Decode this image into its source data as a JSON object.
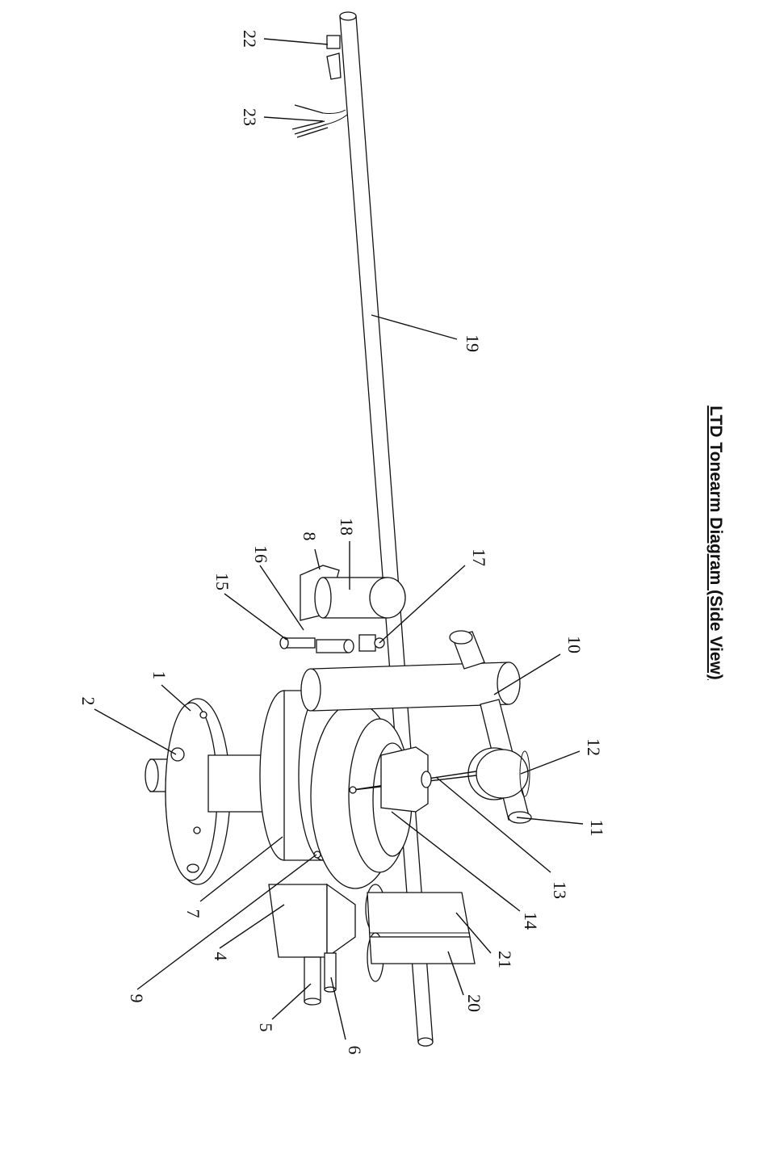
{
  "title": "LTD Tonearm Diagram (Side View)",
  "labels": [
    {
      "id": "1",
      "text": "1"
    },
    {
      "id": "2",
      "text": "2"
    },
    {
      "id": "4",
      "text": "4"
    },
    {
      "id": "5",
      "text": "5"
    },
    {
      "id": "6",
      "text": "6"
    },
    {
      "id": "7",
      "text": "7"
    },
    {
      "id": "8",
      "text": "8"
    },
    {
      "id": "9",
      "text": "9"
    },
    {
      "id": "10",
      "text": "10"
    },
    {
      "id": "11",
      "text": "11"
    },
    {
      "id": "12",
      "text": "12"
    },
    {
      "id": "13",
      "text": "13"
    },
    {
      "id": "14",
      "text": "14"
    },
    {
      "id": "15",
      "text": "15"
    },
    {
      "id": "16",
      "text": "16"
    },
    {
      "id": "17",
      "text": "17"
    },
    {
      "id": "18",
      "text": "18"
    },
    {
      "id": "19",
      "text": "19"
    },
    {
      "id": "20",
      "text": "20"
    },
    {
      "id": "21",
      "text": "21"
    },
    {
      "id": "22",
      "text": "22"
    },
    {
      "id": "23",
      "text": "23"
    }
  ]
}
